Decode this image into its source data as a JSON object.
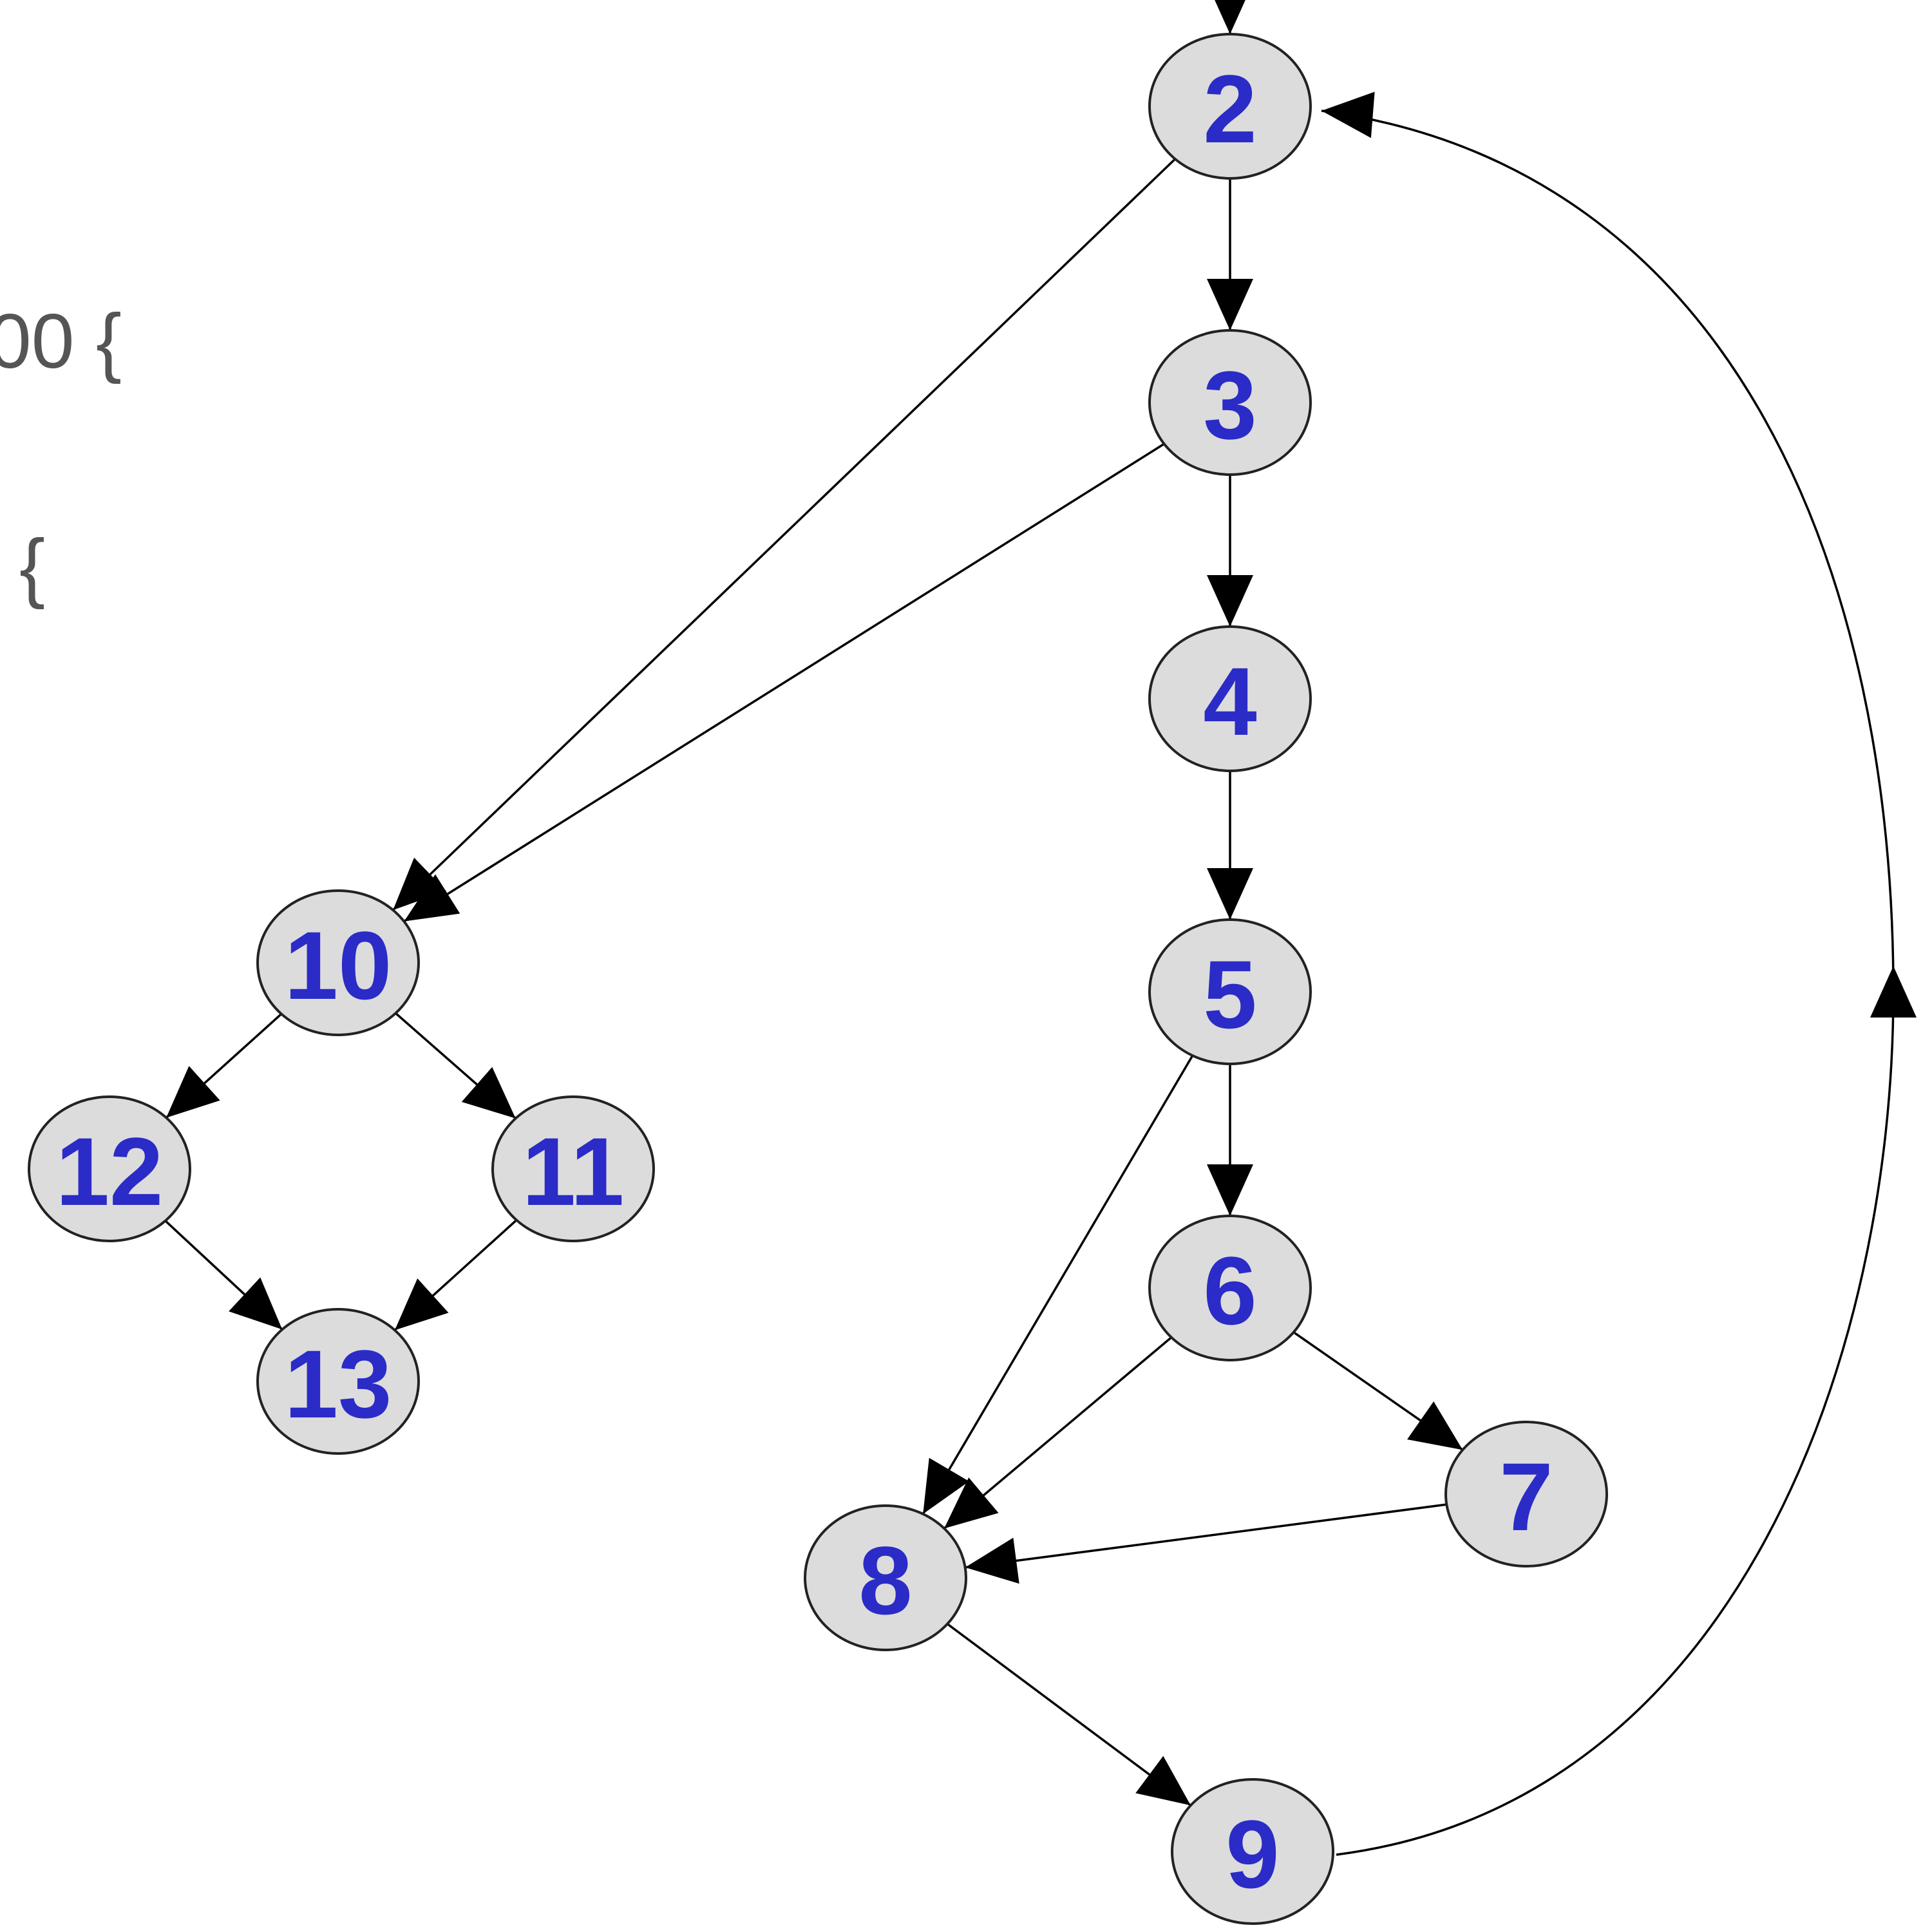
{
  "code_fragments": [
    "00 {",
    "{"
  ],
  "colors": {
    "node_fill": "#dcdcdc",
    "node_stroke": "#222222",
    "label": "#2b2bc8",
    "edge": "#000000"
  },
  "nodes": [
    {
      "id": "2",
      "label": "2"
    },
    {
      "id": "3",
      "label": "3"
    },
    {
      "id": "4",
      "label": "4"
    },
    {
      "id": "5",
      "label": "5"
    },
    {
      "id": "6",
      "label": "6"
    },
    {
      "id": "7",
      "label": "7"
    },
    {
      "id": "8",
      "label": "8"
    },
    {
      "id": "9",
      "label": "9"
    },
    {
      "id": "10",
      "label": "10"
    },
    {
      "id": "11",
      "label": "11"
    },
    {
      "id": "12",
      "label": "12"
    },
    {
      "id": "13",
      "label": "13"
    }
  ],
  "edges": [
    {
      "from": "2",
      "to": "3"
    },
    {
      "from": "2",
      "to": "10"
    },
    {
      "from": "3",
      "to": "4"
    },
    {
      "from": "3",
      "to": "10"
    },
    {
      "from": "4",
      "to": "5"
    },
    {
      "from": "5",
      "to": "6"
    },
    {
      "from": "5",
      "to": "8"
    },
    {
      "from": "6",
      "to": "7"
    },
    {
      "from": "6",
      "to": "8"
    },
    {
      "from": "7",
      "to": "8"
    },
    {
      "from": "8",
      "to": "9"
    },
    {
      "from": "9",
      "to": "2"
    },
    {
      "from": "10",
      "to": "11"
    },
    {
      "from": "10",
      "to": "12"
    },
    {
      "from": "11",
      "to": "13"
    },
    {
      "from": "12",
      "to": "13"
    }
  ]
}
